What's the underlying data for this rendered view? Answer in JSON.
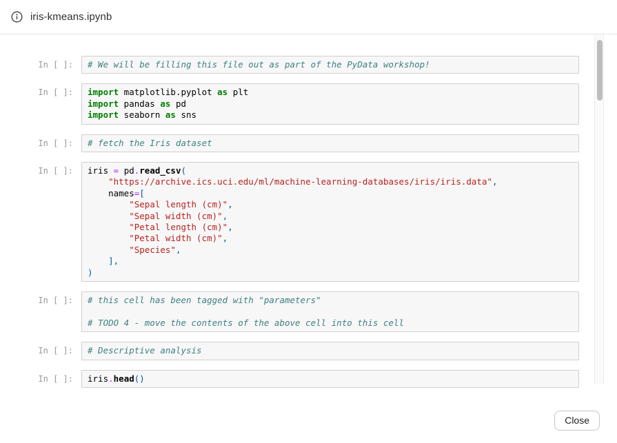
{
  "header": {
    "title": "iris-kmeans.ipynb"
  },
  "footer": {
    "close_label": "Close"
  },
  "notebook": {
    "prompt_label": "In [ ]:",
    "token_colors": {
      "keyword": "#008000",
      "operator": "#AA22FF",
      "string": "#BA2121",
      "comment": "#408080",
      "punctuation": "#0055AA",
      "text": "#000000"
    },
    "cell_background": "#f7f7f7",
    "cell_border": "#cfcfcf",
    "cells": [
      {
        "lines": [
          [
            {
              "c": "com",
              "t": "# We will be filling this file out as part of the PyData workshop!"
            }
          ]
        ]
      },
      {
        "lines": [
          [
            {
              "c": "kw",
              "t": "import"
            },
            {
              "c": "pl",
              "t": " matplotlib.pyplot "
            },
            {
              "c": "kw",
              "t": "as"
            },
            {
              "c": "pl",
              "t": " plt"
            }
          ],
          [
            {
              "c": "kw",
              "t": "import"
            },
            {
              "c": "pl",
              "t": " pandas "
            },
            {
              "c": "kw",
              "t": "as"
            },
            {
              "c": "pl",
              "t": " pd"
            }
          ],
          [
            {
              "c": "kw",
              "t": "import"
            },
            {
              "c": "pl",
              "t": " seaborn "
            },
            {
              "c": "kw",
              "t": "as"
            },
            {
              "c": "pl",
              "t": " sns"
            }
          ]
        ]
      },
      {
        "lines": [
          [
            {
              "c": "com",
              "t": "# fetch the Iris dataset"
            }
          ]
        ]
      },
      {
        "lines": [
          [
            {
              "c": "pl",
              "t": "iris "
            },
            {
              "c": "op",
              "t": "="
            },
            {
              "c": "pl",
              "t": " pd"
            },
            {
              "c": "op",
              "t": "."
            },
            {
              "c": "prop",
              "t": "read_csv"
            },
            {
              "c": "pu",
              "t": "("
            }
          ],
          [
            {
              "c": "pl",
              "t": "    "
            },
            {
              "c": "str",
              "t": "\"https://archive.ics.uci.edu/ml/machine-learning-databases/iris/iris.data\""
            },
            {
              "c": "pu",
              "t": ","
            }
          ],
          [
            {
              "c": "pl",
              "t": "    names"
            },
            {
              "c": "op",
              "t": "="
            },
            {
              "c": "pu",
              "t": "["
            }
          ],
          [
            {
              "c": "pl",
              "t": "        "
            },
            {
              "c": "str",
              "t": "\"Sepal length (cm)\""
            },
            {
              "c": "pu",
              "t": ","
            }
          ],
          [
            {
              "c": "pl",
              "t": "        "
            },
            {
              "c": "str",
              "t": "\"Sepal width (cm)\""
            },
            {
              "c": "pu",
              "t": ","
            }
          ],
          [
            {
              "c": "pl",
              "t": "        "
            },
            {
              "c": "str",
              "t": "\"Petal length (cm)\""
            },
            {
              "c": "pu",
              "t": ","
            }
          ],
          [
            {
              "c": "pl",
              "t": "        "
            },
            {
              "c": "str",
              "t": "\"Petal width (cm)\""
            },
            {
              "c": "pu",
              "t": ","
            }
          ],
          [
            {
              "c": "pl",
              "t": "        "
            },
            {
              "c": "str",
              "t": "\"Species\""
            },
            {
              "c": "pu",
              "t": ","
            }
          ],
          [
            {
              "c": "pl",
              "t": "    "
            },
            {
              "c": "pu",
              "t": "],"
            }
          ],
          [
            {
              "c": "pu",
              "t": ")"
            }
          ]
        ]
      },
      {
        "lines": [
          [
            {
              "c": "com",
              "t": "# this cell has been tagged with \"parameters\""
            }
          ],
          [],
          [
            {
              "c": "com",
              "t": "# TODO 4 - move the contents of the above cell into this cell"
            }
          ]
        ]
      },
      {
        "lines": [
          [
            {
              "c": "com",
              "t": "# Descriptive analysis"
            }
          ]
        ]
      },
      {
        "lines": [
          [
            {
              "c": "pl",
              "t": "iris"
            },
            {
              "c": "op",
              "t": "."
            },
            {
              "c": "prop",
              "t": "head"
            },
            {
              "c": "pu",
              "t": "()"
            }
          ]
        ]
      }
    ]
  }
}
